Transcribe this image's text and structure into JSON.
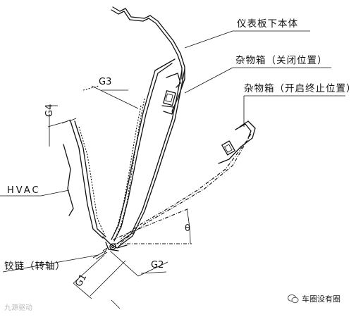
{
  "labels": {
    "lower_body": "仪表板下本体",
    "box_closed": "杂物箱（关闭位置）",
    "box_open": "杂物箱（开启终止位置）",
    "hvac": "HVAC",
    "hinge": "铰链（转轴）",
    "g1": "G1",
    "g2": "G2",
    "g3": "G3",
    "g4": "G4",
    "theta": "θ"
  },
  "watermark": {
    "left": "九源驱动",
    "right": "车圈没有圈"
  }
}
